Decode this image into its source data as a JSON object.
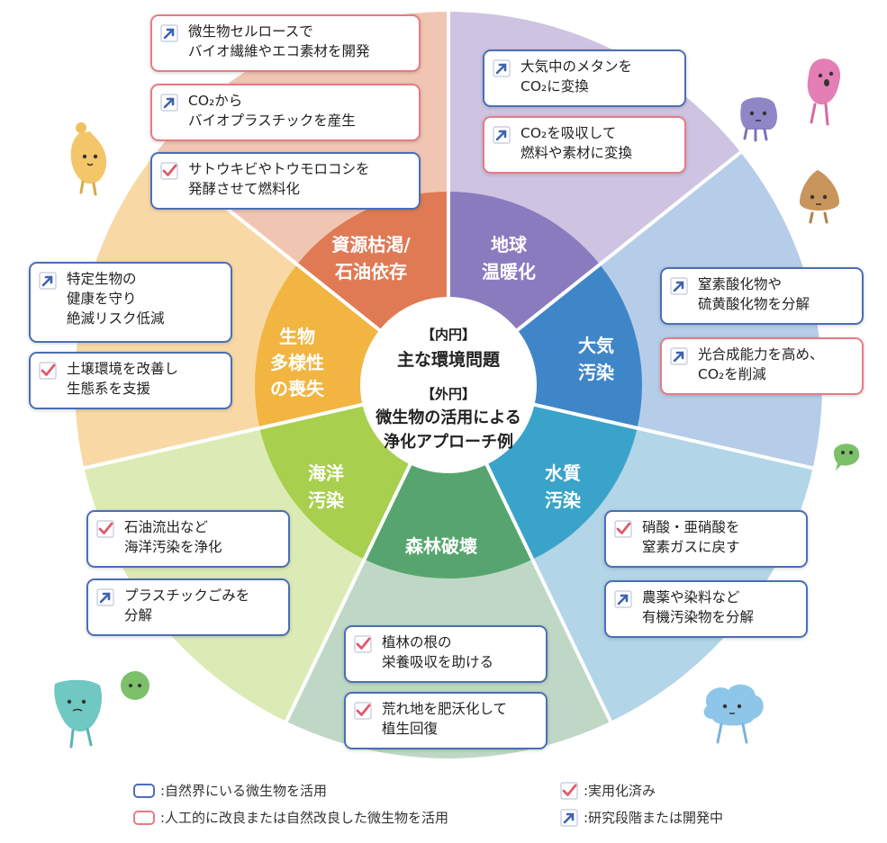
{
  "center": {
    "inner_header": "【内円】",
    "inner_title": "主な環境問題",
    "outer_header": "【外円】",
    "outer_title_1": "微生物の活用による",
    "outer_title_2": "浄化アプローチ例"
  },
  "issues": [
    {
      "line1": "資源枯渇/",
      "line2": "石油依存",
      "color": "#e07a55"
    },
    {
      "line1": "地球",
      "line2": "温暖化",
      "color": "#8a7bbf"
    },
    {
      "line1": "大気",
      "line2": "汚染",
      "color": "#3f86c9"
    },
    {
      "line1": "水質",
      "line2": "汚染",
      "color": "#3aa3c9"
    },
    {
      "line1": "森林破壊",
      "line2": "",
      "color": "#56a56f"
    },
    {
      "line1": "海洋",
      "line2": "汚染",
      "color": "#a8cf4e"
    },
    {
      "line1": "生物",
      "line2": "多様性",
      "line3": "の喪失",
      "color": "#f2b541"
    }
  ],
  "outer_colors": [
    "#f0c6b2",
    "#cec4e2",
    "#b6cde9",
    "#b2d5e8",
    "#bfd8c5",
    "#dcebb5",
    "#f8d9a6"
  ],
  "approaches": [
    {
      "text": "微生物セルロースで\nバイオ繊維やエコ素材を開発",
      "frame": "pink",
      "icon": "arrow-icon"
    },
    {
      "text": "CO₂から\nバイオプラスチックを産生",
      "frame": "pink",
      "icon": "arrow-icon"
    },
    {
      "text": "サトウキビやトウモロコシを\n発酵させて燃料化",
      "frame": "blue",
      "icon": "check-icon"
    },
    {
      "text": "大気中のメタンを\nCO₂に変換",
      "frame": "blue",
      "icon": "arrow-icon"
    },
    {
      "text": "CO₂を吸収して\n燃料や素材に変換",
      "frame": "pink",
      "icon": "arrow-icon"
    },
    {
      "text": "窒素酸化物や\n硫黄酸化物を分解",
      "frame": "blue",
      "icon": "arrow-icon"
    },
    {
      "text": "光合成能力を高め、\nCO₂を削減",
      "frame": "pink",
      "icon": "arrow-icon"
    },
    {
      "text": "硝酸・亜硝酸を\n窒素ガスに戻す",
      "frame": "blue",
      "icon": "check-icon"
    },
    {
      "text": "農薬や染料など\n有機汚染物を分解",
      "frame": "blue",
      "icon": "arrow-icon"
    },
    {
      "text": "植林の根の\n栄養吸収を助ける",
      "frame": "blue",
      "icon": "check-icon"
    },
    {
      "text": "荒れ地を肥沃化して\n植生回復",
      "frame": "blue",
      "icon": "check-icon"
    },
    {
      "text": "石油流出など\n海洋汚染を浄化",
      "frame": "blue",
      "icon": "check-icon"
    },
    {
      "text": "プラスチックごみを\n分解",
      "frame": "blue",
      "icon": "arrow-icon"
    },
    {
      "text": "特定生物の\n健康を守り\n絶滅リスク低減",
      "frame": "blue",
      "icon": "arrow-icon"
    },
    {
      "text": "土壌環境を改善し\n生態系を支援",
      "frame": "blue",
      "icon": "check-icon"
    }
  ],
  "legend": {
    "blue_frame": ":自然界にいる微生物を活用",
    "pink_frame": ":人工的に改良または自然改良した微生物を活用",
    "check": ":実用化済み",
    "arrow": ":研究段階または開発中"
  },
  "colors": {
    "blue_frame": "#4a6fb5",
    "pink_frame": "#e87a85",
    "check": "#e05a6a",
    "arrow": "#3e63b0"
  }
}
